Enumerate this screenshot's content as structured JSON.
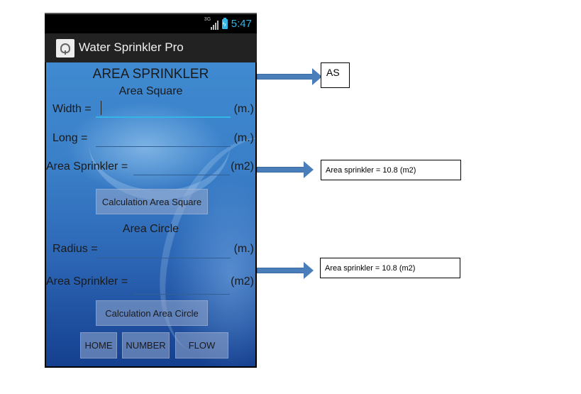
{
  "status_bar": {
    "network": "3G",
    "time": "5:47",
    "icons": [
      "signal-icon",
      "battery-charging-icon"
    ]
  },
  "action_bar": {
    "app_icon": "sprinkler-icon",
    "title": "Water Sprinkler Pro"
  },
  "main": {
    "heading": "AREA SPRINKLER",
    "square": {
      "section_title": "Area Square",
      "width_label": "Width =",
      "width_value": "",
      "width_unit": "(m.)",
      "long_label": "Long =",
      "long_value": "",
      "long_unit": "(m.)",
      "area_label": "Area Sprinkler =",
      "area_value": "",
      "area_unit": "(m2)",
      "calc_button": "Calculation  Area Square"
    },
    "circle": {
      "section_title": "Area Circle",
      "radius_label": "Radius =",
      "radius_value": "",
      "radius_unit": "(m.)",
      "area_label": "Area Sprinkler =",
      "area_value": "",
      "area_unit": "(m2)",
      "calc_button": "Calculation  Area Circle"
    },
    "nav_buttons": [
      "HOME",
      "NUMBER",
      "FLOW"
    ]
  },
  "annotations": [
    {
      "text": "AS"
    },
    {
      "text": "Area sprinkler = 10.8 (m2)"
    },
    {
      "text": "Area sprinkler = 10.8 (m2)"
    }
  ],
  "colors": {
    "accent": "#33b5e5",
    "action_bar": "#222222",
    "arrow": "#4a7ebb"
  }
}
